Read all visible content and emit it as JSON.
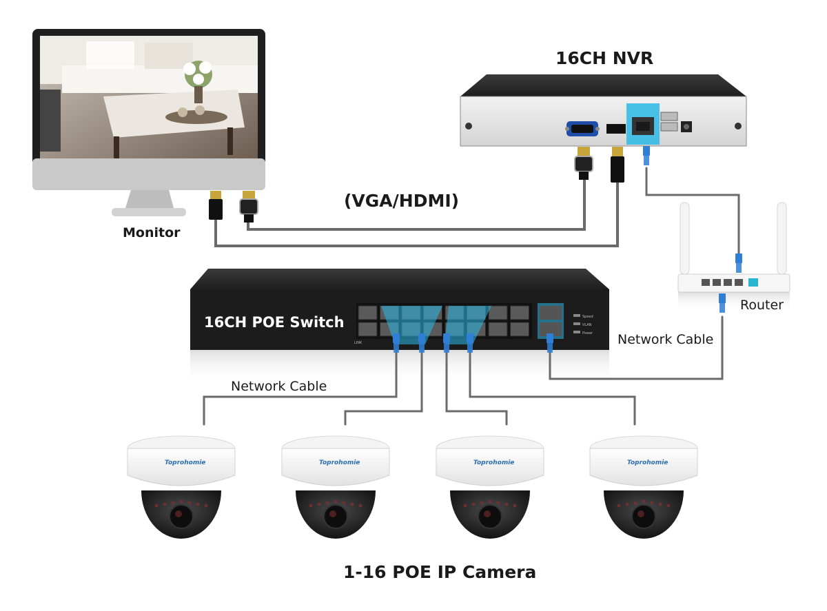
{
  "labels": {
    "nvr": "16CH NVR",
    "monitor": "Monitor",
    "video_cable": "(VGA/HDMI)",
    "router": "Router",
    "switch": "16CH POE Switch",
    "network_cable_left": "Network Cable",
    "network_cable_right": "Network Cable",
    "cameras": "1-16 POE IP Camera"
  },
  "switch_leds": {
    "speed": "Speed",
    "vlan": "VLAN",
    "power": "Power",
    "link": "LINK"
  },
  "camera_brand": "Toprohomie",
  "colors": {
    "port_highlight": "#2bb8e8",
    "cable": "#555555",
    "ethernet_plug": "#2f7fd6",
    "device_dark": "#2b2b2b",
    "nvr_panel": "#e6e6e6"
  },
  "icons": {
    "monitor": "monitor-icon",
    "nvr": "nvr-icon",
    "router": "router-icon",
    "switch": "poe-switch-icon",
    "camera": "dome-camera-icon"
  }
}
